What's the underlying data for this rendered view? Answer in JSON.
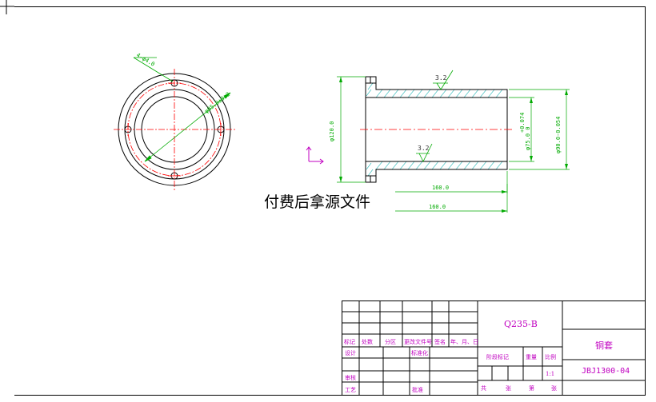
{
  "annotations": {
    "hole_spec": "4-φ4.0",
    "pcd_dim": "φ85.0±0.2",
    "outer_dia": "φ120.0",
    "bore_tol": "+0.074",
    "bore_dia": "φ75.0 0",
    "body_dia": "φ90.0-0.054",
    "roughness_top": "3.2",
    "roughness_bottom": "3.2",
    "len_1": "160.0",
    "len_2": "160.0"
  },
  "notice": "付费后拿源文件",
  "title_block": {
    "material": "Q235-B",
    "part_name": "铜套",
    "drawing_number": "JBJ1300-04",
    "scale_value": "1:1",
    "cells": {
      "mark": "标记",
      "count": "处数",
      "zone": "分区",
      "change_doc": "更改文件号",
      "signature": "签名",
      "date": "年、月、日",
      "design": "设计",
      "standardize": "标准化",
      "review": "审核",
      "process": "工艺",
      "approve": "批准",
      "stage_mark": "阶段标记",
      "weight": "重量",
      "scale": "比例",
      "total": "共",
      "sheets": "张",
      "page": "第",
      "sheet": "张"
    }
  },
  "colors": {
    "outline": "#000000",
    "centerline": "#ff0000",
    "dimension": "#00aa00",
    "hatch": "#00aaaa",
    "titleblock_text": "#c000c0"
  }
}
